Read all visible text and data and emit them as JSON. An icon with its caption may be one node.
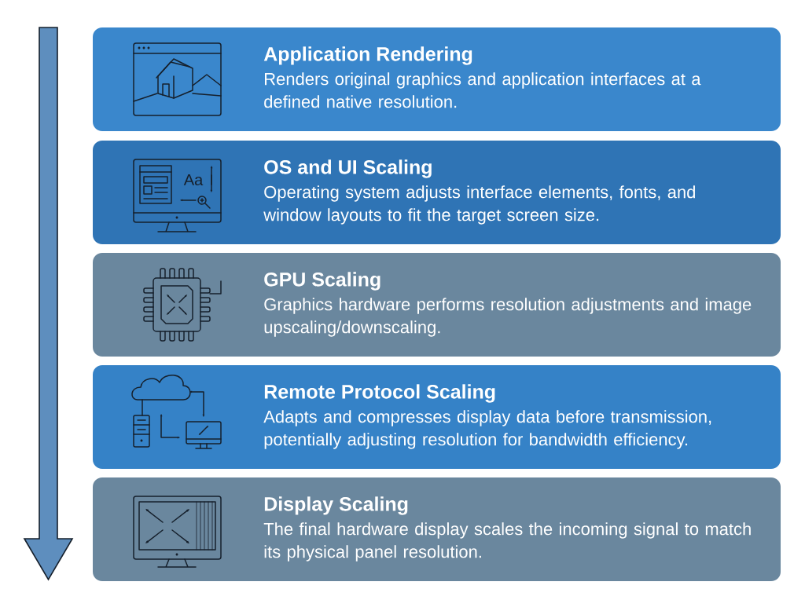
{
  "diagram": {
    "nodes": [
      {
        "text": [
          "Application Rendering",
          "Renders original graphics and application interfaces at a defined native resolution."
        ]
      },
      {
        "text": [
          "OS and UI Scaling",
          "Operating system adjusts interface elements, fonts, and window layouts to fit the target screen size."
        ]
      },
      {
        "text": [
          "GPU Scaling",
          "Graphics hardware performs resolution adjustments and image upscaling/downscaling."
        ]
      },
      {
        "text": [
          "Remote Protocol Scaling",
          "Adapts and compresses display data before transmission, potentially adjusting resolution for bandwidth efficiency."
        ]
      },
      {
        "text": [
          "Display Scaling",
          "The final hardware display scales the incoming signal to match its physical panel resolution."
        ]
      }
    ],
    "labels": [
      "Aa"
    ]
  }
}
